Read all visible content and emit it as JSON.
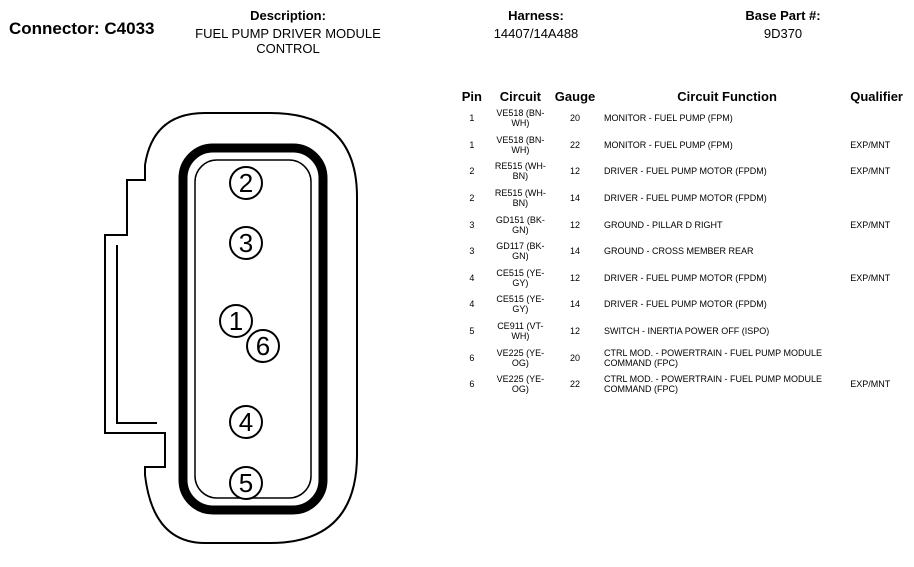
{
  "connector": {
    "title": "Connector: C4033",
    "description_label": "Description:",
    "description_value": "FUEL PUMP DRIVER MODULE CONTROL",
    "harness_label": "Harness:",
    "harness_value": "14407/14A488",
    "base_part_label": "Base Part #:",
    "base_part_value": "9D370"
  },
  "table": {
    "headers": [
      "Pin",
      "Circuit",
      "Gauge",
      "Circuit Function",
      "Qualifier"
    ],
    "rows": [
      {
        "pin": "1",
        "circuit": "VE518 (BN-WH)",
        "gauge": "20",
        "function": "MONITOR - FUEL PUMP (FPM)",
        "qualifier": ""
      },
      {
        "pin": "1",
        "circuit": "VE518 (BN-WH)",
        "gauge": "22",
        "function": "MONITOR - FUEL PUMP (FPM)",
        "qualifier": "EXP/MNT"
      },
      {
        "pin": "2",
        "circuit": "RE515 (WH-BN)",
        "gauge": "12",
        "function": "DRIVER - FUEL PUMP MOTOR (FPDM)",
        "qualifier": "EXP/MNT"
      },
      {
        "pin": "2",
        "circuit": "RE515 (WH-BN)",
        "gauge": "14",
        "function": "DRIVER - FUEL PUMP MOTOR (FPDM)",
        "qualifier": ""
      },
      {
        "pin": "3",
        "circuit": "GD151 (BK-GN)",
        "gauge": "12",
        "function": "GROUND - PILLAR D RIGHT",
        "qualifier": "EXP/MNT"
      },
      {
        "pin": "3",
        "circuit": "GD117 (BK-GN)",
        "gauge": "14",
        "function": "GROUND - CROSS MEMBER REAR",
        "qualifier": ""
      },
      {
        "pin": "4",
        "circuit": "CE515 (YE-GY)",
        "gauge": "12",
        "function": "DRIVER - FUEL PUMP MOTOR (FPDM)",
        "qualifier": "EXP/MNT"
      },
      {
        "pin": "4",
        "circuit": "CE515 (YE-GY)",
        "gauge": "14",
        "function": "DRIVER - FUEL PUMP MOTOR (FPDM)",
        "qualifier": ""
      },
      {
        "pin": "5",
        "circuit": "CE911 (VT-WH)",
        "gauge": "12",
        "function": "SWITCH - INERTIA POWER OFF (ISPO)",
        "qualifier": ""
      },
      {
        "pin": "6",
        "circuit": "VE225 (YE-OG)",
        "gauge": "20",
        "function": "CTRL MOD. - POWERTRAIN - FUEL PUMP MODULE COMMAND (FPC)",
        "qualifier": ""
      },
      {
        "pin": "6",
        "circuit": "VE225 (YE-OG)",
        "gauge": "22",
        "function": "CTRL MOD. - POWERTRAIN - FUEL PUMP MODULE COMMAND (FPC)",
        "qualifier": "EXP/MNT"
      }
    ]
  },
  "diagram": {
    "pins": [
      {
        "label": "2"
      },
      {
        "label": "3"
      },
      {
        "label": "1"
      },
      {
        "label": "6"
      },
      {
        "label": "4"
      },
      {
        "label": "5"
      }
    ]
  }
}
